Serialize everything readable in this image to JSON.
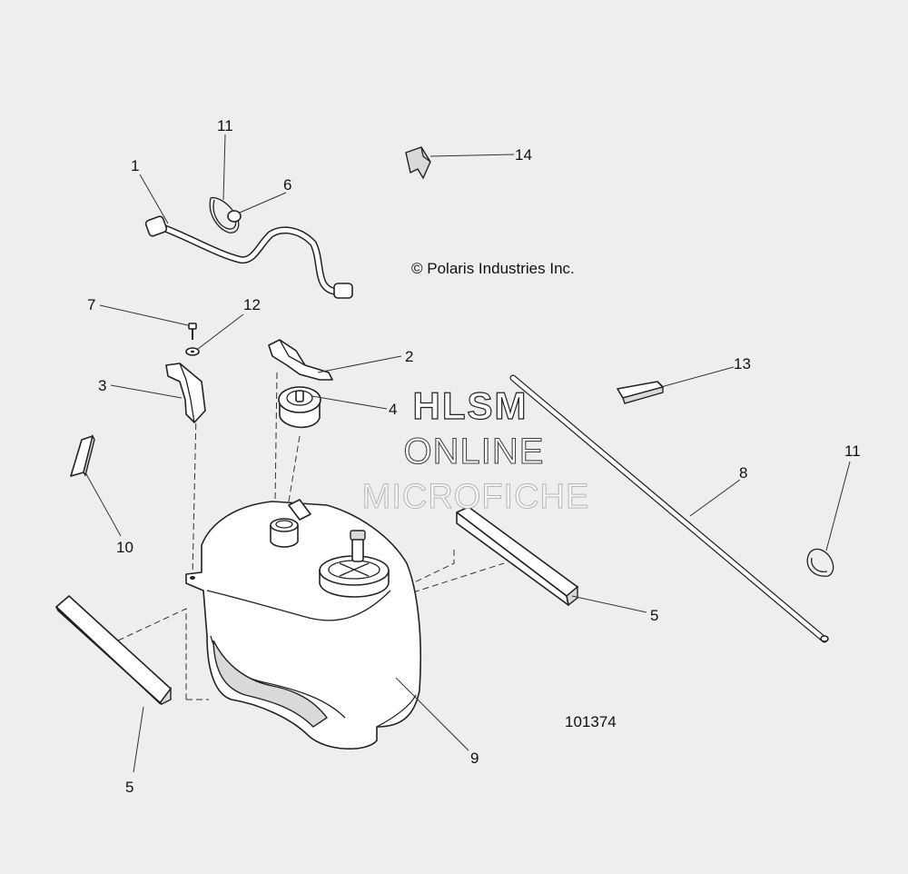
{
  "copyright": "© Polaris Industries Inc.",
  "diagram_number": "101374",
  "watermark": {
    "line1": "HLSM",
    "line2": "ONLINE",
    "line3": "MICROFICHE"
  },
  "callouts": [
    "1",
    "2",
    "3",
    "4",
    "5",
    "5",
    "6",
    "7",
    "8",
    "9",
    "10",
    "11",
    "11",
    "12",
    "13",
    "14"
  ],
  "parts": [
    "vent-hose",
    "bracket-right",
    "bracket-left",
    "fuel-cap",
    "foam-pad-left",
    "foam-pad-right",
    "grommet",
    "bolt",
    "long-hose",
    "fuel-tank",
    "foam-strip",
    "clamp",
    "clamp",
    "washer",
    "rubber-strip",
    "clip"
  ],
  "colors": {
    "background": "#eeeeee",
    "line": "#222222",
    "part_fill": "#ffffff"
  }
}
